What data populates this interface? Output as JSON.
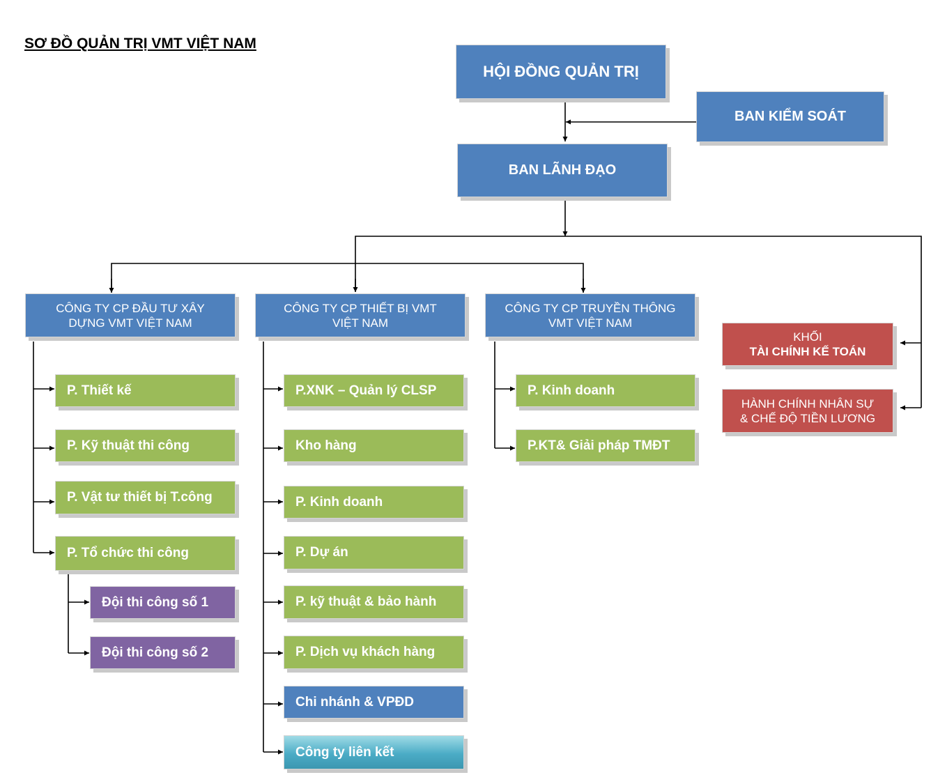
{
  "title": "SƠ ĐỒ QUẢN TRỊ VMT VIỆT NAM",
  "top": {
    "board": "HỘI ĐỒNG QUẢN TRỊ",
    "supervisory": "BAN KIỂM SOÁT",
    "leadership": "BAN LÃNH ĐẠO"
  },
  "companies": {
    "construction": {
      "line1": "CÔNG TY CP ĐẦU TƯ XÂY",
      "line2": "DỰNG VMT VIỆT NAM"
    },
    "equipment": {
      "line1": "CÔNG TY CP THIẾT BỊ VMT",
      "line2": "VIỆT NAM"
    },
    "media": {
      "line1": "CÔNG TY CP TRUYỀN THÔNG",
      "line2": "VMT VIỆT NAM"
    }
  },
  "blocks": {
    "finance": {
      "line1": "KHỐI",
      "line2": "TÀI CHÍNH KẾ TOÁN"
    },
    "hr": {
      "line1": "HÀNH CHÍNH NHÂN SỰ",
      "line2": "& CHẾ ĐỘ TIỀN LƯƠNG"
    }
  },
  "construction_depts": [
    "P. Thiết kế",
    "P. Kỹ thuật thi công",
    "P. Vật tư thiết bị T.công",
    "P. Tổ chức thi công"
  ],
  "teams": [
    "Đội thi công số 1",
    "Đội thi công số 2"
  ],
  "equipment_depts": [
    "P.XNK – Quản lý CLSP",
    "Kho hàng",
    "P. Kinh doanh",
    "P. Dự án",
    "P. kỹ thuật & bảo hành",
    "P. Dịch vụ khách hàng",
    "Chi nhánh & VPĐD",
    "Công ty liên kết"
  ],
  "media_depts": [
    "P. Kinh doanh",
    "P.KT& Giải pháp TMĐT"
  ],
  "colors": {
    "blue": "#4f81bd",
    "green": "#9bbb59",
    "purple": "#8064a2",
    "red": "#c0504d",
    "teal": "#4bacc6"
  }
}
